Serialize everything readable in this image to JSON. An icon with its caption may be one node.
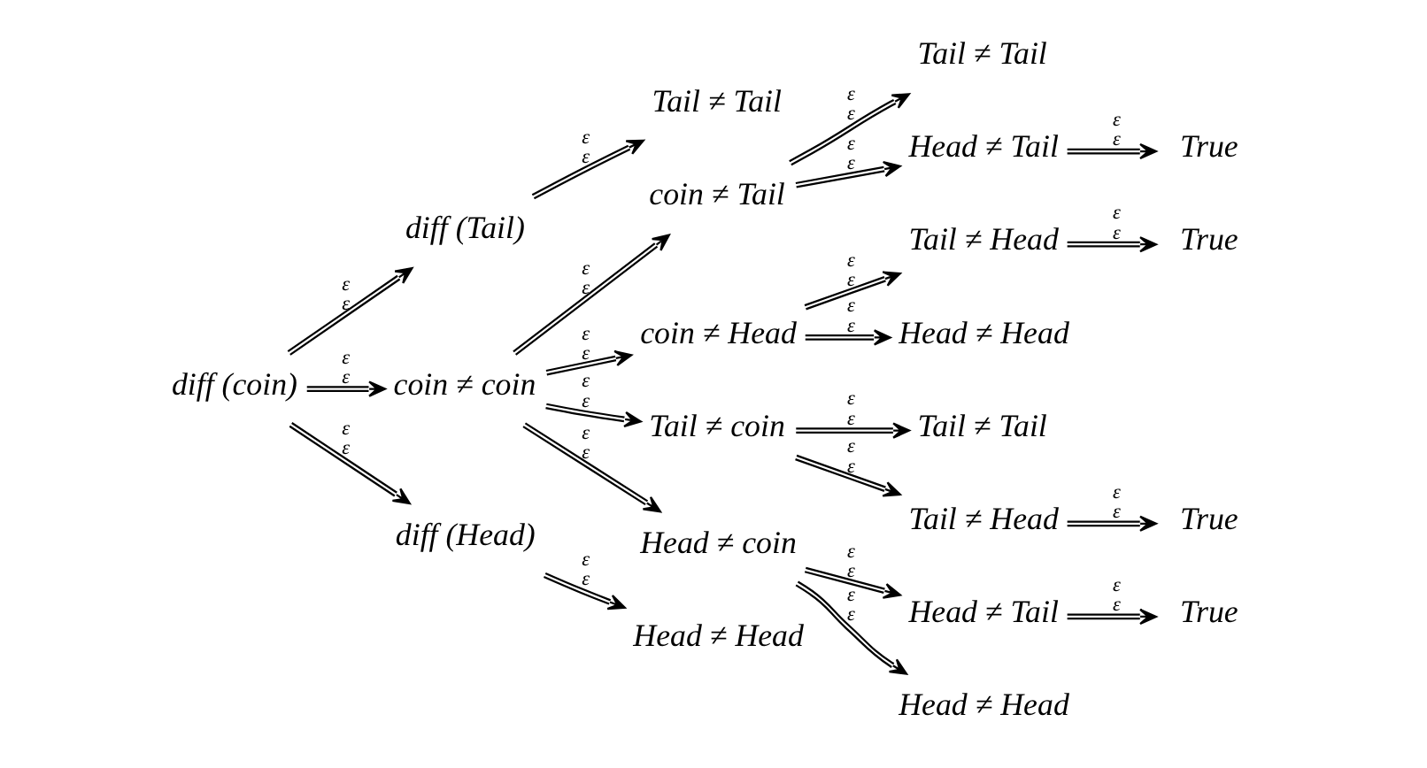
{
  "diagram": {
    "nodes": [
      {
        "text": [
          "diff (coin)"
        ]
      },
      {
        "text": [
          "diff (Tail)"
        ]
      },
      {
        "text": [
          "Tail ≠ Tail"
        ]
      },
      {
        "text": [
          "coin ≠ coin"
        ]
      },
      {
        "text": [
          "diff (Head)"
        ]
      },
      {
        "text": [
          "Head ≠ Head"
        ]
      },
      {
        "text": [
          "coin ≠ Tail"
        ]
      },
      {
        "text": [
          "coin ≠ Head"
        ]
      },
      {
        "text": [
          "Tail ≠ coin"
        ]
      },
      {
        "text": [
          "Head ≠ coin"
        ]
      },
      {
        "text": [
          "Tail ≠ Tail"
        ]
      },
      {
        "text": [
          "Head ≠ Tail"
        ]
      },
      {
        "text": [
          "True"
        ]
      },
      {
        "text": [
          "Tail ≠ Head"
        ]
      },
      {
        "text": [
          "True"
        ]
      },
      {
        "text": [
          "Head ≠ Head"
        ]
      },
      {
        "text": [
          "Tail ≠ Tail"
        ]
      },
      {
        "text": [
          "Tail ≠ Head"
        ]
      },
      {
        "text": [
          "True"
        ]
      },
      {
        "text": [
          "Head ≠ Tail"
        ]
      },
      {
        "text": [
          "True"
        ]
      },
      {
        "text": [
          "Head ≠ Head"
        ]
      }
    ],
    "edges": [
      {
        "from": 0,
        "to": 1,
        "arrow": "to",
        "label": "ε ε"
      },
      {
        "from": 1,
        "to": 2,
        "arrow": "to",
        "label": "ε ε"
      },
      {
        "from": 0,
        "to": 3,
        "arrow": "to",
        "label": "ε ε"
      },
      {
        "from": 0,
        "to": 4,
        "arrow": "to",
        "label": "ε ε"
      },
      {
        "from": 4,
        "to": 5,
        "arrow": "to",
        "label": "ε ε"
      },
      {
        "from": 3,
        "to": 6,
        "arrow": "to",
        "label": "ε ε"
      },
      {
        "from": 3,
        "to": 7,
        "arrow": "to",
        "label": "ε ε"
      },
      {
        "from": 3,
        "to": 8,
        "arrow": "to",
        "label": "ε ε"
      },
      {
        "from": 3,
        "to": 9,
        "arrow": "to",
        "label": "ε ε"
      },
      {
        "from": 6,
        "to": 10,
        "arrow": "to",
        "label": "ε ε"
      },
      {
        "from": 6,
        "to": 11,
        "arrow": "to",
        "label": "ε ε"
      },
      {
        "from": 11,
        "to": 12,
        "arrow": "to",
        "label": "ε ε"
      },
      {
        "from": 7,
        "to": 13,
        "arrow": "to",
        "label": "ε ε"
      },
      {
        "from": 13,
        "to": 14,
        "arrow": "to",
        "label": "ε ε"
      },
      {
        "from": 7,
        "to": 15,
        "arrow": "to",
        "label": "ε ε"
      },
      {
        "from": 8,
        "to": 16,
        "arrow": "to",
        "label": "ε ε"
      },
      {
        "from": 8,
        "to": 17,
        "arrow": "to",
        "label": "ε ε"
      },
      {
        "from": 17,
        "to": 18,
        "arrow": "to",
        "label": "ε ε"
      },
      {
        "from": 9,
        "to": 19,
        "arrow": "to",
        "label": "ε ε"
      },
      {
        "from": 19,
        "to": 20,
        "arrow": "to",
        "label": "ε ε"
      },
      {
        "from": 9,
        "to": 21,
        "arrow": "to",
        "label": "ε ε"
      }
    ]
  }
}
